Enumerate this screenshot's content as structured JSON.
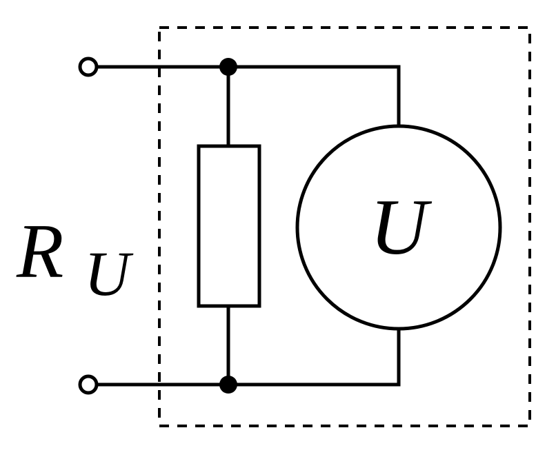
{
  "diagram": {
    "source_symbol": "U",
    "resistance_label": {
      "main": "R",
      "subscript": "U"
    },
    "colors": {
      "line": "#000000",
      "background": "#ffffff"
    },
    "components": {
      "terminals": 2,
      "junctions": 2,
      "resistor": "resistor-rect",
      "source": "voltage-source-circle",
      "enclosure": "dashed-box"
    }
  }
}
